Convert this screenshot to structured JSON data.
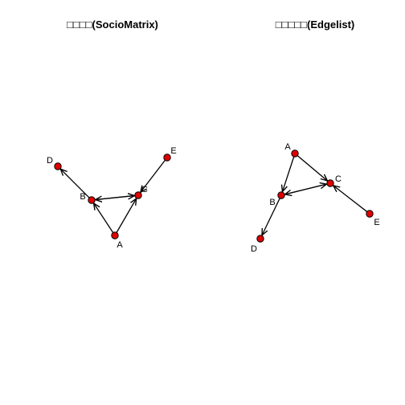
{
  "panels": [
    {
      "id": "sociomatrix",
      "title": "□□□□(SocioMatrix)",
      "nodes": [
        {
          "id": "A",
          "label": "A"
        },
        {
          "id": "B",
          "label": "B"
        },
        {
          "id": "C",
          "label": "C"
        },
        {
          "id": "D",
          "label": "D"
        },
        {
          "id": "E",
          "label": "E"
        }
      ],
      "edges": [
        {
          "from": "A",
          "to": "B"
        },
        {
          "from": "A",
          "to": "C"
        },
        {
          "from": "B",
          "to": "C"
        },
        {
          "from": "C",
          "to": "B"
        },
        {
          "from": "B",
          "to": "D"
        },
        {
          "from": "E",
          "to": "C"
        }
      ]
    },
    {
      "id": "edgelist",
      "title": "□□□□□(Edgelist)",
      "nodes": [
        {
          "id": "A",
          "label": "A"
        },
        {
          "id": "B",
          "label": "B"
        },
        {
          "id": "C",
          "label": "C"
        },
        {
          "id": "D",
          "label": "D"
        },
        {
          "id": "E",
          "label": "E"
        }
      ],
      "edges": [
        {
          "from": "A",
          "to": "B"
        },
        {
          "from": "A",
          "to": "C"
        },
        {
          "from": "B",
          "to": "C"
        },
        {
          "from": "C",
          "to": "B"
        },
        {
          "from": "B",
          "to": "D"
        },
        {
          "from": "E",
          "to": "C"
        }
      ]
    }
  ],
  "colors": {
    "node_fill": "#e00000",
    "node_stroke": "#000000",
    "edge": "#000000"
  }
}
